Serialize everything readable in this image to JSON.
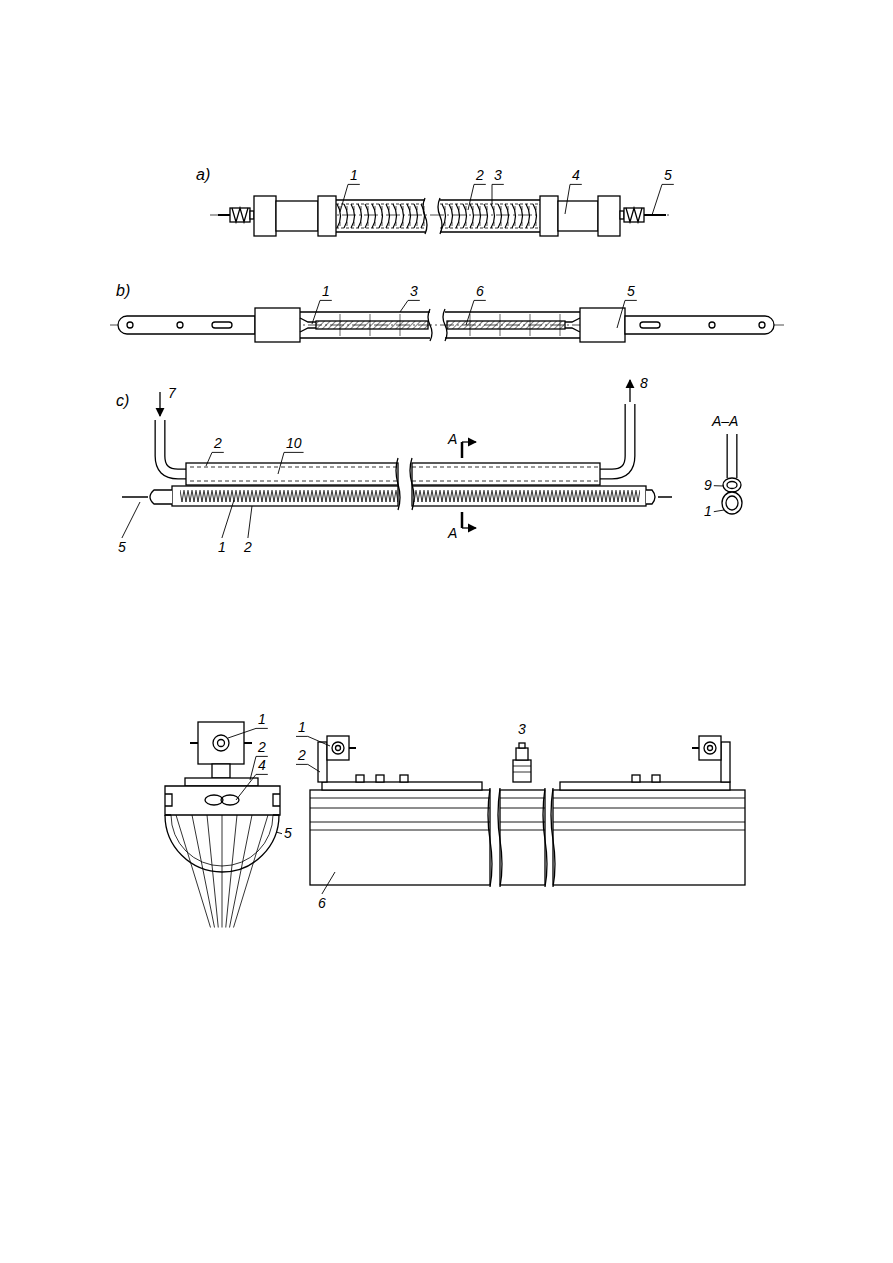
{
  "diagram": {
    "labels": [
      "a)",
      "1",
      "2",
      "3",
      "4",
      "5",
      "b)",
      "1",
      "3",
      "6",
      "5",
      "c)",
      "7",
      "8",
      "2",
      "10",
      "A",
      "A–A",
      "9",
      "1",
      "5",
      "1",
      "2",
      "A",
      "1",
      "2",
      "4",
      "5",
      "1",
      "2",
      "3",
      "6"
    ]
  }
}
